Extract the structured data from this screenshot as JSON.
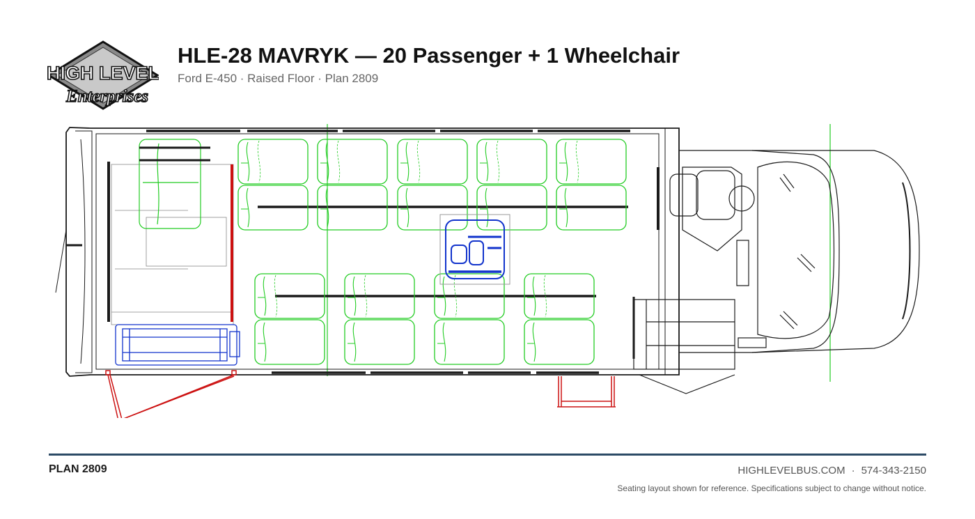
{
  "header": {
    "title": "HLE-28 MAVRYK — 20 Passenger + 1 Wheelchair",
    "subtitle": "Ford E-450 · Raised Floor · Plan 2809"
  },
  "logo": {
    "line1": "HIGH LEVEL",
    "line2": "Enterprises"
  },
  "footer": {
    "plan_label": "PLAN 2809",
    "website": "HIGHLEVELBUS.COM",
    "separator": "·",
    "phone": "574-343-2150",
    "disclaimer": "Seating layout shown for reference. Specifications subject to change without notice."
  },
  "diagram": {
    "seat_color": "#22cc22",
    "wheelchair_color": "#1133cc",
    "lift_color": "#1133cc",
    "door_color": "#cc1111",
    "outline_color": "#1a1a1a",
    "top_row_double_seats": 5,
    "bottom_row_double_seats": 4,
    "wheelchair_positions": 1
  }
}
